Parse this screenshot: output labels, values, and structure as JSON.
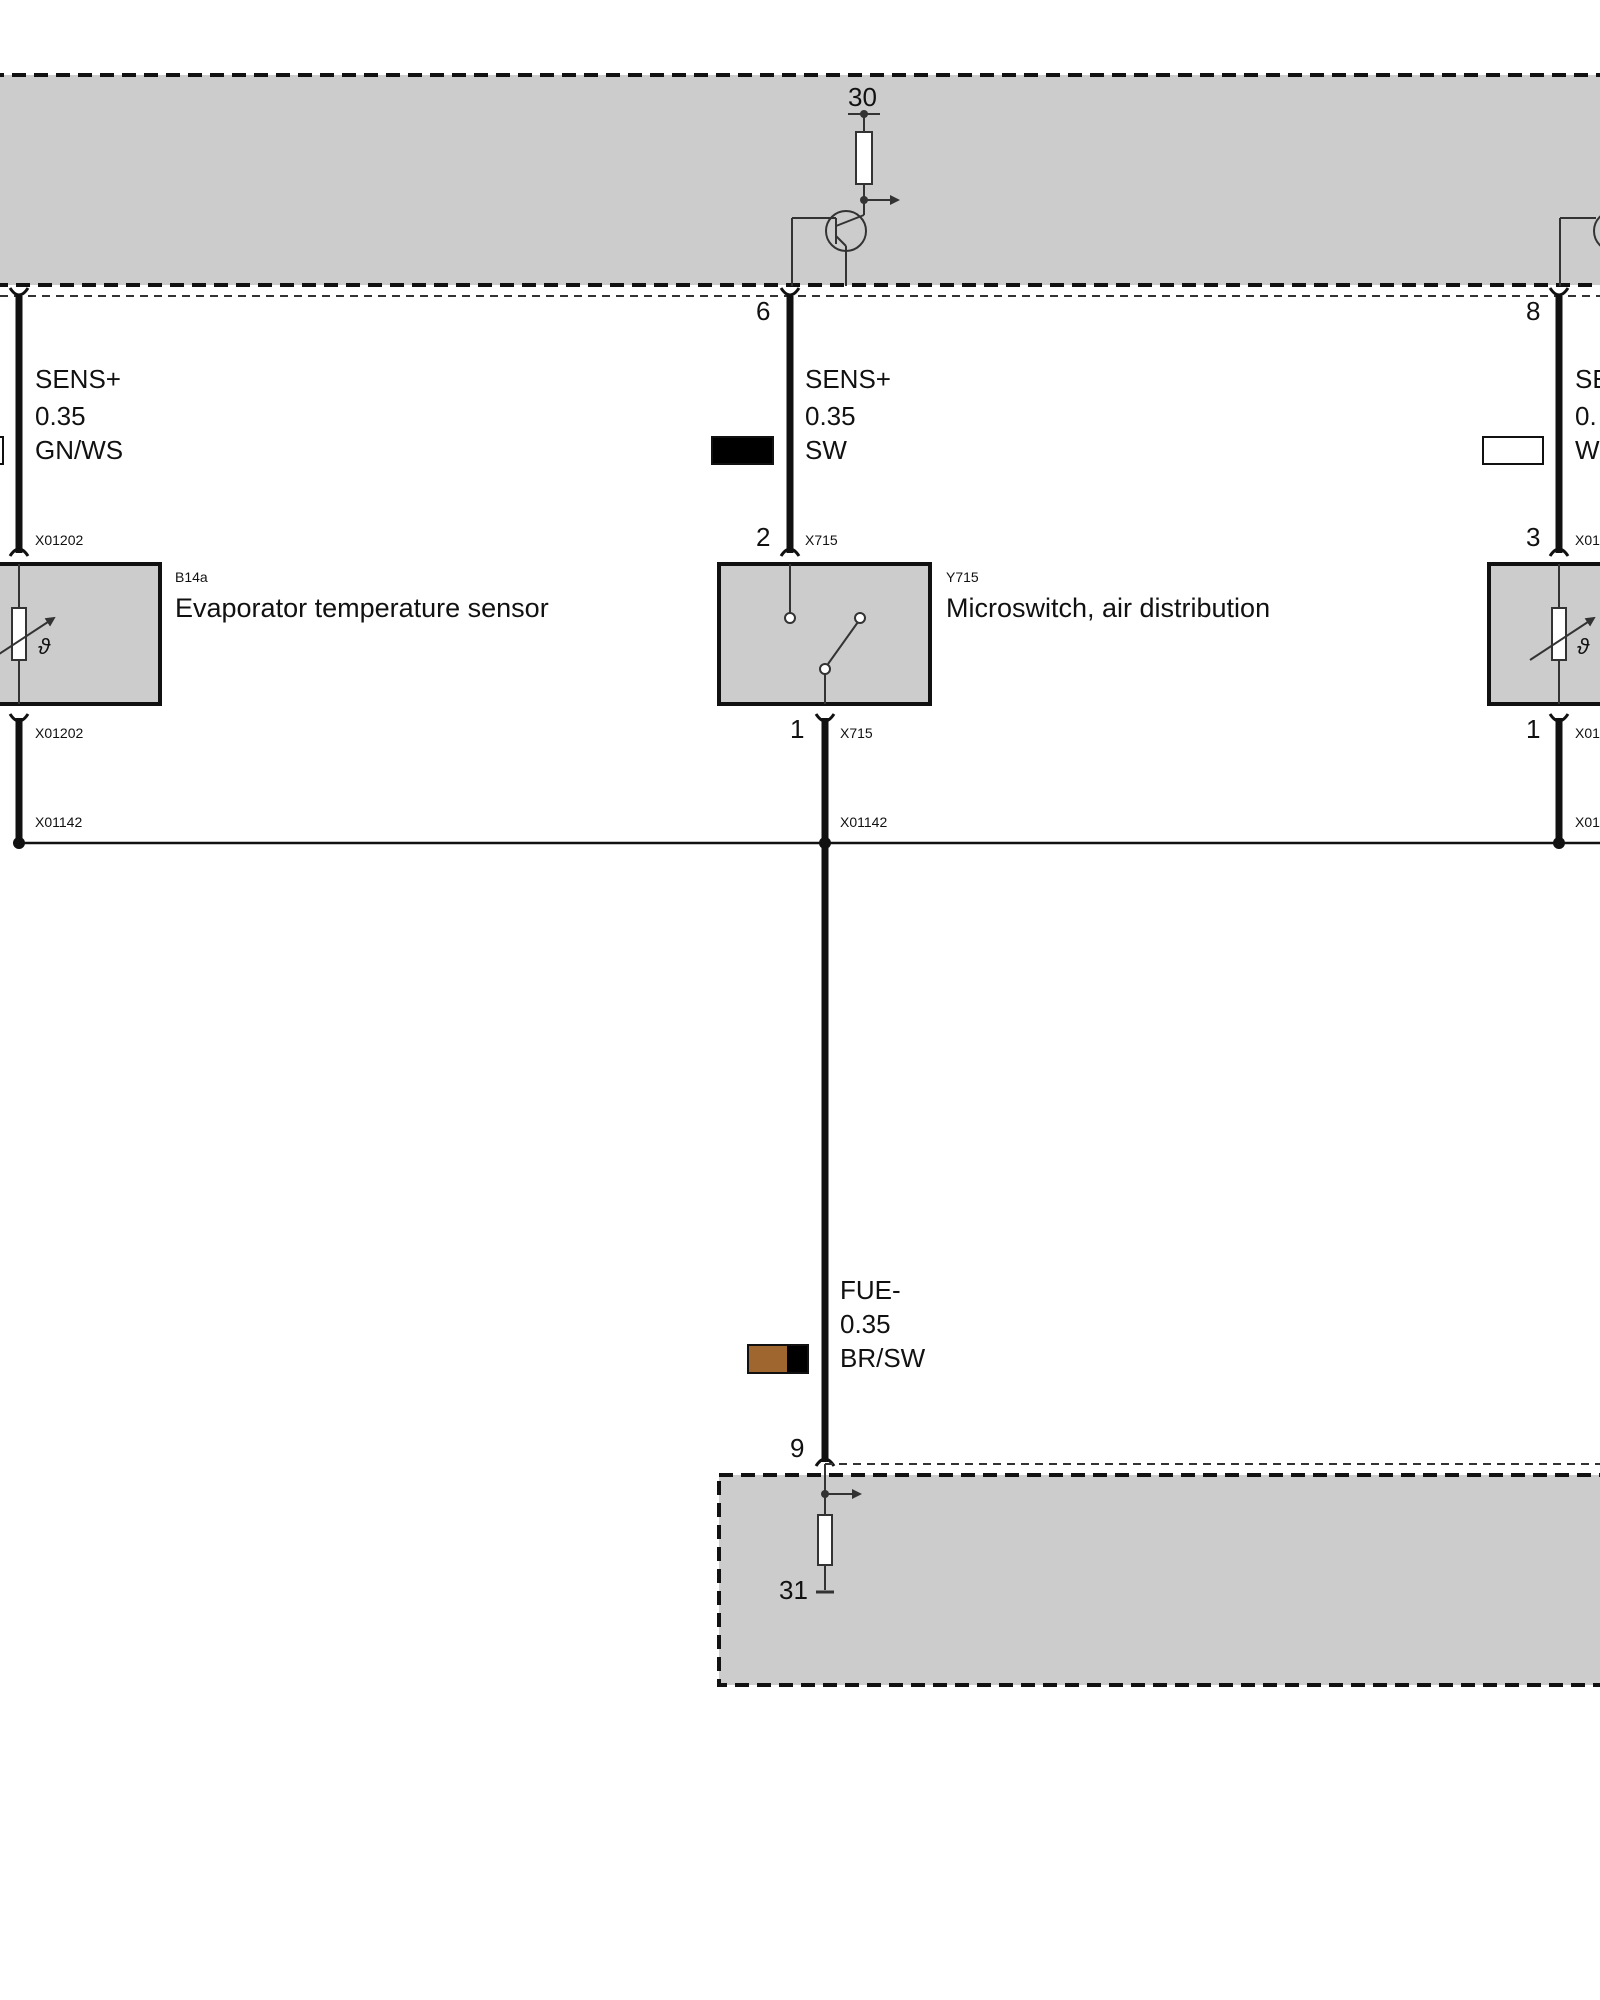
{
  "colors": {
    "module_fill": "#cccccc",
    "component_fill": "#cccccc",
    "wire": "#111111",
    "bus": "#111111",
    "brown": "#a0662f",
    "black": "#000000",
    "white": "#ffffff"
  },
  "top_module": {
    "supply_terminal": "30"
  },
  "bottom_module": {
    "ground_terminal": "31"
  },
  "pins": {
    "top_left": "6",
    "top_right": "8",
    "b14a_top": "2",
    "y715_bottom": "1",
    "right_comp_top": "3",
    "right_comp_bottom": "1",
    "bottom_module": "9"
  },
  "wires": {
    "left": {
      "signal": "SENS+",
      "gauge": "0.35",
      "color": "GN/WS"
    },
    "middle": {
      "signal": "SENS+",
      "gauge": "0.35",
      "color": "SW"
    },
    "right": {
      "signal": "SE",
      "gauge": "0.",
      "color": "W"
    },
    "return": {
      "signal": "FUE-",
      "gauge": "0.35",
      "color": "BR/SW"
    }
  },
  "connectors": {
    "left_top": "X01202",
    "left_bottom": "X01202",
    "left_splice": "X01142",
    "mid_top": "X715",
    "mid_bottom": "X715",
    "mid_splice": "X01142",
    "right_top": "X01",
    "right_bottom": "X01",
    "right_splice": "X01"
  },
  "components": {
    "b14a": {
      "id": "B14a",
      "name": "Evaporator temperature sensor"
    },
    "y715": {
      "id": "Y715",
      "name": "Microswitch, air distribution"
    }
  },
  "icons": {
    "sensor_symbol": "thermistor-icon",
    "switch_symbol": "switch-icon",
    "transistor_symbol": "transistor-icon",
    "resistor_symbol": "resistor-icon",
    "ground_symbol": "ground-icon"
  }
}
